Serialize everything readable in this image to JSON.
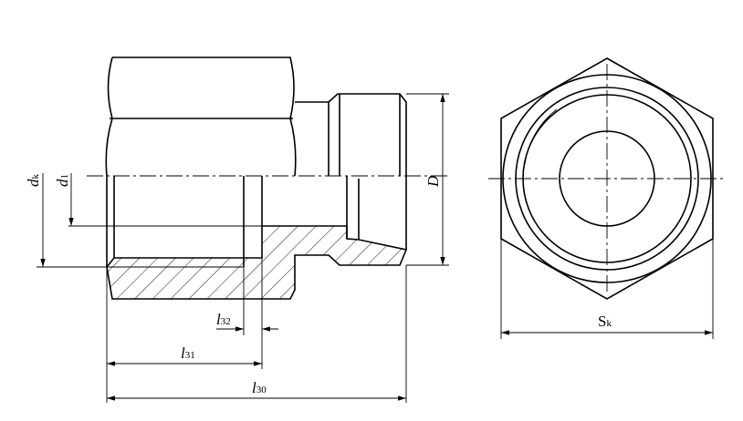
{
  "drawing": {
    "labels": {
      "dk": {
        "main": "d",
        "sub": "k"
      },
      "d1": {
        "main": "d",
        "sub": "1"
      },
      "D": {
        "main": "D"
      },
      "l32": {
        "main": "l",
        "sub": "32"
      },
      "l31": {
        "main": "l",
        "sub": "31"
      },
      "l30": {
        "main": "l",
        "sub": "30"
      },
      "Sk": {
        "main": "S",
        "sub": "k"
      }
    }
  }
}
